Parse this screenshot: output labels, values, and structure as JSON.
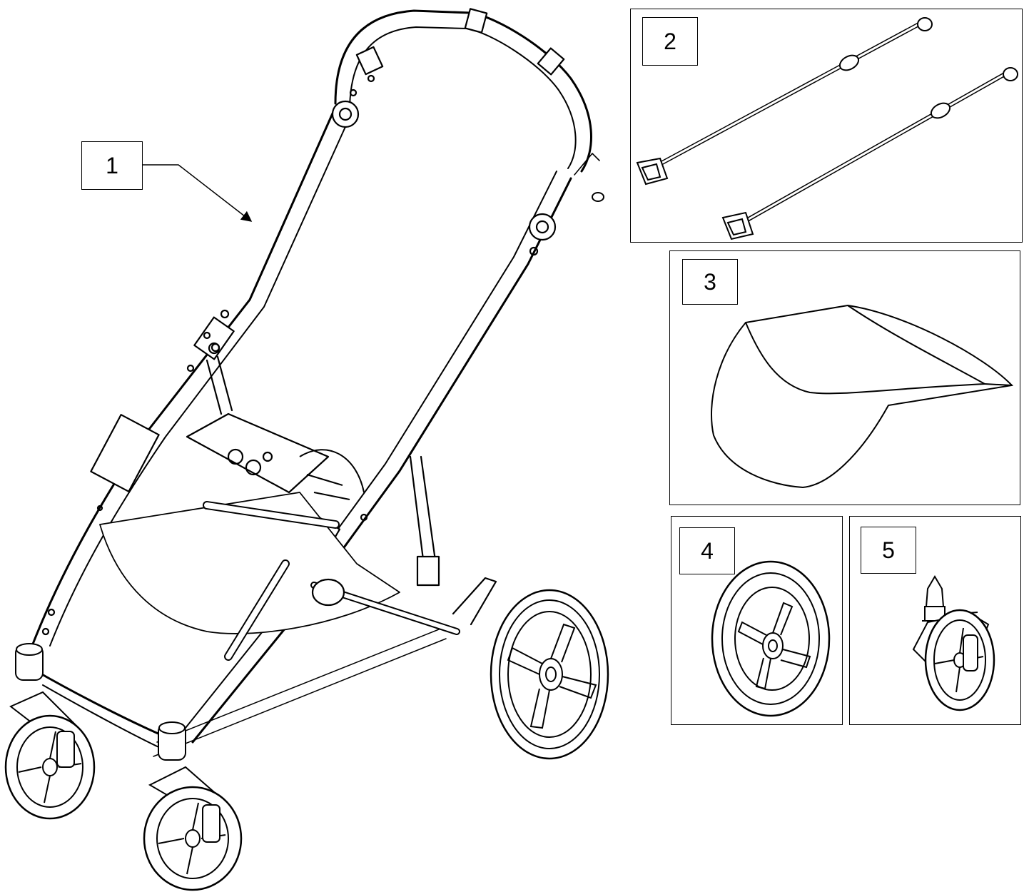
{
  "parts": [
    {
      "id": "frame",
      "label": "1"
    },
    {
      "id": "rods",
      "label": "2"
    },
    {
      "id": "basket",
      "label": "3"
    },
    {
      "id": "rear-wheel",
      "label": "4"
    },
    {
      "id": "front-wheel",
      "label": "5"
    }
  ],
  "colors": {
    "line": "#000000",
    "background": "#ffffff",
    "wheel_fill": "#f2f2f2"
  }
}
